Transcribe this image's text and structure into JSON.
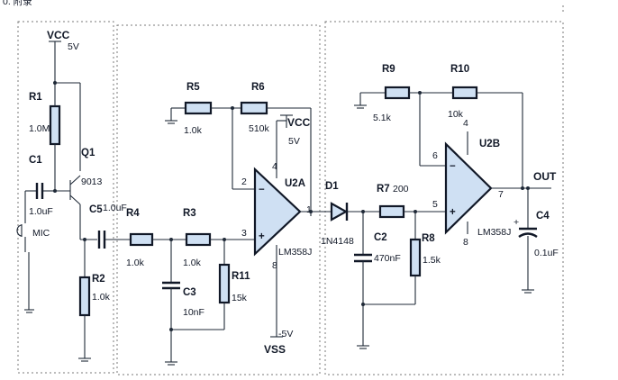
{
  "header_fragment": "0.  附录",
  "supply": {
    "vcc_top": "VCC",
    "vcc_top_value": "5V",
    "vcc_u2a": "VCC",
    "vcc_u2a_value": "5V",
    "vss_value": "-5V",
    "vss": "VSS"
  },
  "components": {
    "R1": {
      "ref": "R1",
      "value": "1.0M"
    },
    "C1": {
      "ref": "C1",
      "value": "1.0uF"
    },
    "Q1": {
      "ref": "Q1",
      "value": "9013"
    },
    "MIC": {
      "ref": "MIC"
    },
    "C5": {
      "ref": "C5",
      "value": "1.0uF"
    },
    "R2": {
      "ref": "R2",
      "value": "1.0k"
    },
    "R4": {
      "ref": "R4",
      "value": "1.0k"
    },
    "R3": {
      "ref": "R3",
      "value": "1.0k"
    },
    "C3": {
      "ref": "C3",
      "value": "10nF"
    },
    "R11": {
      "ref": "R11",
      "value": "15k"
    },
    "R5": {
      "ref": "R5",
      "value": "1.0k"
    },
    "R6": {
      "ref": "R6",
      "value": "510k"
    },
    "U2A": {
      "ref": "U2A",
      "part": "LM358J",
      "pins": [
        "2",
        "3",
        "4",
        "8",
        "1"
      ]
    },
    "D1": {
      "ref": "D1",
      "value": "1N4148"
    },
    "R7": {
      "ref": "R7",
      "value": "200"
    },
    "C2": {
      "ref": "C2",
      "value": "470nF"
    },
    "R8": {
      "ref": "R8",
      "value": "1.5k"
    },
    "R9": {
      "ref": "R9",
      "value": "5.1k"
    },
    "R10": {
      "ref": "R10",
      "value": "10k"
    },
    "U2B": {
      "ref": "U2B",
      "part": "LM358J",
      "pins": [
        "6",
        "5",
        "4",
        "8",
        "7"
      ]
    },
    "C4": {
      "ref": "C4",
      "value": "0.1uF"
    }
  },
  "output_label": "OUT"
}
